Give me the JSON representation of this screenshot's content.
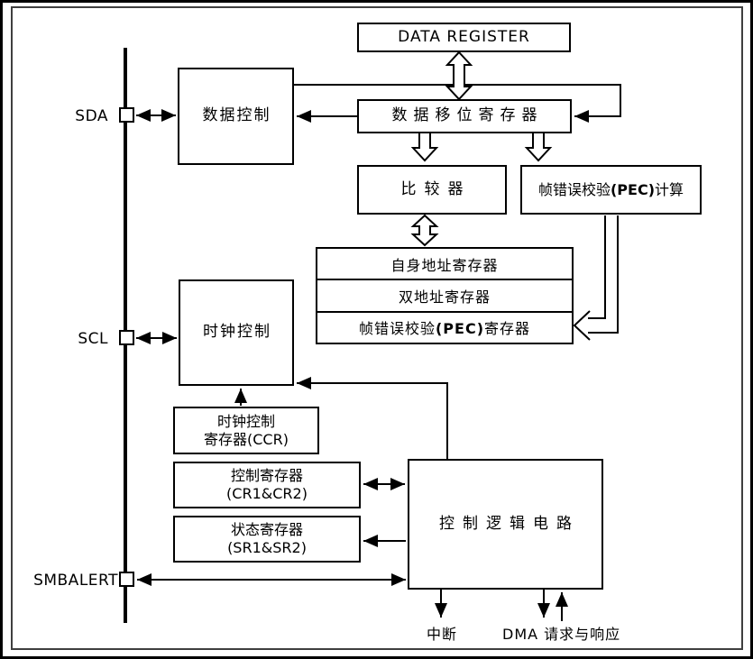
{
  "pins": {
    "sda": {
      "label": "SDA"
    },
    "scl": {
      "label": "SCL"
    },
    "smbalert": {
      "label": "SMBALERT"
    }
  },
  "blocks": {
    "data_register": "DATA REGISTER",
    "data_control": "数据控制",
    "shift_register": "数据移位寄存器",
    "comparator": "比较器",
    "pec_calc": {
      "prefix": "帧错误校验",
      "bold": "(PEC)",
      "suffix": "计算"
    },
    "own_address": "自身地址寄存器",
    "dual_address": "双地址寄存器",
    "pec_register": {
      "prefix": "帧错误校验",
      "bold": "(PEC)",
      "suffix": "寄存器"
    },
    "clock_control": "时钟控制",
    "ccr": {
      "line1": "时钟控制",
      "line2": "寄存器(CCR)"
    },
    "cr": {
      "line1": "控制寄存器",
      "line2": "(CR1&CR2)"
    },
    "sr": {
      "line1": "状态寄存器",
      "line2": "(SR1&SR2)"
    },
    "control_logic": "控制逻辑电路"
  },
  "outputs": {
    "interrupt": "中断",
    "dma": "DMA 请求与响应"
  },
  "colors": {
    "line": "#000000",
    "background": "#ffffff",
    "inner_frame": "#3f3f3f"
  }
}
